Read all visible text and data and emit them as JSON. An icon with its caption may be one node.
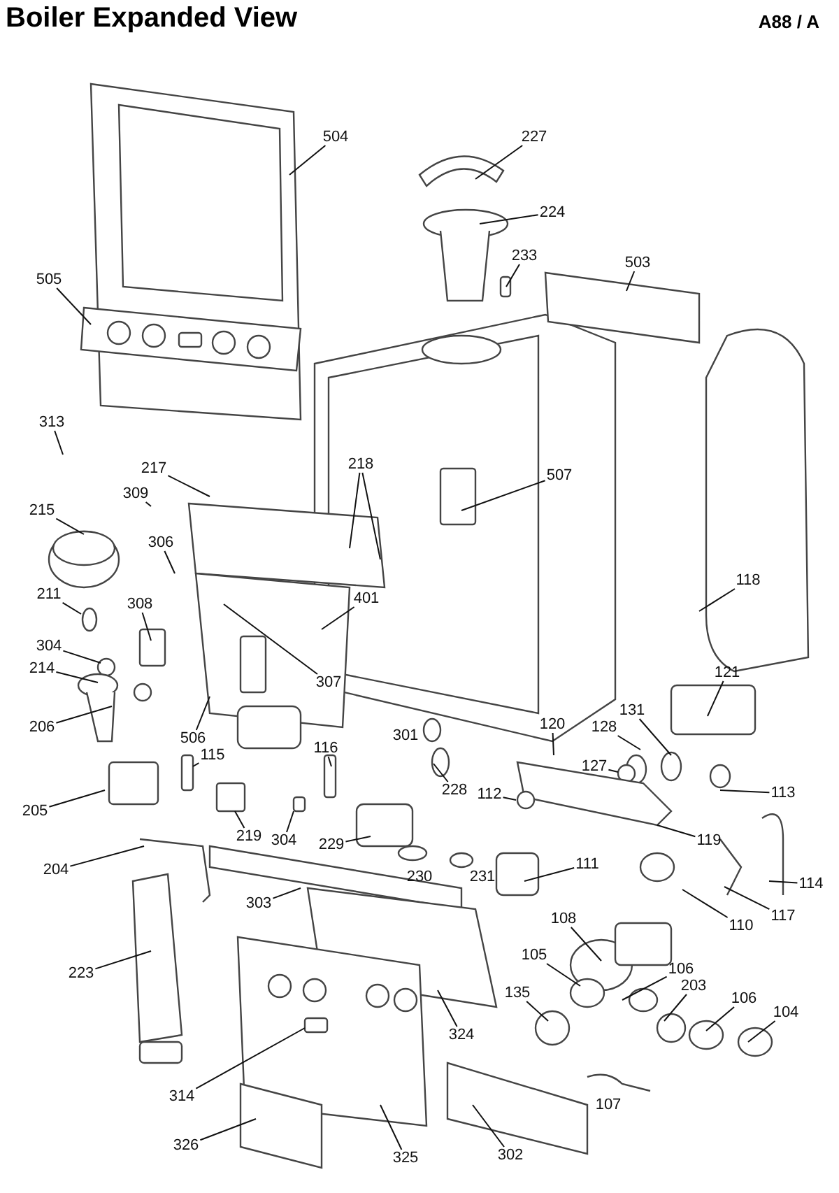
{
  "diagram": {
    "title": "Boiler Expanded View",
    "nodes": [
      {
        "text": [
          "504"
        ]
      },
      {
        "text": [
          "227"
        ]
      },
      {
        "text": [
          "224"
        ]
      },
      {
        "text": [
          "233"
        ]
      },
      {
        "text": [
          "503"
        ]
      },
      {
        "text": [
          "505"
        ]
      },
      {
        "text": [
          "313"
        ]
      },
      {
        "text": [
          "217"
        ]
      },
      {
        "text": [
          "309"
        ]
      },
      {
        "text": [
          "218"
        ]
      },
      {
        "text": [
          "507"
        ]
      },
      {
        "text": [
          "215"
        ]
      },
      {
        "text": [
          "306"
        ]
      },
      {
        "text": [
          "118"
        ]
      },
      {
        "text": [
          "401"
        ]
      },
      {
        "text": [
          "211"
        ]
      },
      {
        "text": [
          "308"
        ]
      },
      {
        "text": [
          "304"
        ]
      },
      {
        "text": [
          "214"
        ]
      },
      {
        "text": [
          "307"
        ]
      },
      {
        "text": [
          "206"
        ]
      },
      {
        "text": [
          "506"
        ]
      },
      {
        "text": [
          "121"
        ]
      },
      {
        "text": [
          "131"
        ]
      },
      {
        "text": [
          "120"
        ]
      },
      {
        "text": [
          "128"
        ]
      },
      {
        "text": [
          "127"
        ]
      },
      {
        "text": [
          "115"
        ]
      },
      {
        "text": [
          "116"
        ]
      },
      {
        "text": [
          "228"
        ]
      },
      {
        "text": [
          "113"
        ]
      },
      {
        "text": [
          "205"
        ]
      },
      {
        "text": [
          "112"
        ]
      },
      {
        "text": [
          "219"
        ]
      },
      {
        "text": [
          "304"
        ]
      },
      {
        "text": [
          "229"
        ]
      },
      {
        "text": [
          "119"
        ]
      },
      {
        "text": [
          "111"
        ]
      },
      {
        "text": [
          "204"
        ]
      },
      {
        "text": [
          "114"
        ]
      },
      {
        "text": [
          "117"
        ]
      },
      {
        "text": [
          "110"
        ]
      },
      {
        "text": [
          "303"
        ]
      },
      {
        "text": [
          "223"
        ]
      },
      {
        "text": [
          "108"
        ]
      },
      {
        "text": [
          "105"
        ]
      },
      {
        "text": [
          "106"
        ]
      },
      {
        "text": [
          "203"
        ]
      },
      {
        "text": [
          "106"
        ]
      },
      {
        "text": [
          "135"
        ]
      },
      {
        "text": [
          "104"
        ]
      },
      {
        "text": [
          "324"
        ]
      },
      {
        "text": [
          "314"
        ]
      },
      {
        "text": [
          "326"
        ]
      },
      {
        "text": [
          "325"
        ]
      },
      {
        "text": [
          "302"
        ]
      }
    ],
    "edges": [
      {
        "from": 0,
        "to": null,
        "arrow": "none"
      },
      {
        "from": 1,
        "to": null,
        "arrow": "none"
      },
      {
        "from": 2,
        "to": null,
        "arrow": "none"
      },
      {
        "from": 3,
        "to": null,
        "arrow": "none"
      },
      {
        "from": 4,
        "to": null,
        "arrow": "none"
      },
      {
        "from": 5,
        "to": null,
        "arrow": "none"
      },
      {
        "from": 6,
        "to": null,
        "arrow": "none"
      },
      {
        "from": 7,
        "to": null,
        "arrow": "none"
      },
      {
        "from": 8,
        "to": null,
        "arrow": "none"
      },
      {
        "from": 9,
        "to": null,
        "arrow": "none"
      },
      {
        "from": 9,
        "to": null,
        "arrow": "none"
      },
      {
        "from": 10,
        "to": null,
        "arrow": "none"
      },
      {
        "from": 11,
        "to": null,
        "arrow": "none"
      },
      {
        "from": 12,
        "to": null,
        "arrow": "none"
      },
      {
        "from": 13,
        "to": null,
        "arrow": "none"
      },
      {
        "from": 14,
        "to": null,
        "arrow": "none"
      },
      {
        "from": 15,
        "to": null,
        "arrow": "none"
      },
      {
        "from": 16,
        "to": null,
        "arrow": "none"
      },
      {
        "from": 17,
        "to": null,
        "arrow": "none"
      },
      {
        "from": 18,
        "to": null,
        "arrow": "none"
      },
      {
        "from": 19,
        "to": null,
        "arrow": "none"
      },
      {
        "from": 20,
        "to": null,
        "arrow": "none"
      },
      {
        "from": 21,
        "to": null,
        "arrow": "none"
      },
      {
        "from": 22,
        "to": null,
        "arrow": "none"
      },
      {
        "from": 23,
        "to": null,
        "arrow": "none"
      },
      {
        "from": 24,
        "to": null,
        "arrow": "none"
      },
      {
        "from": 25,
        "to": null,
        "arrow": "none"
      },
      {
        "from": 26,
        "to": null,
        "arrow": "none"
      },
      {
        "from": 27,
        "to": null,
        "arrow": "none"
      },
      {
        "from": 28,
        "to": null,
        "arrow": "none"
      },
      {
        "from": 29,
        "to": null,
        "arrow": "none"
      },
      {
        "from": 30,
        "to": null,
        "arrow": "none"
      },
      {
        "from": 31,
        "to": null,
        "arrow": "none"
      },
      {
        "from": 32,
        "to": null,
        "arrow": "none"
      },
      {
        "from": 33,
        "to": null,
        "arrow": "none"
      },
      {
        "from": 34,
        "to": null,
        "arrow": "none"
      },
      {
        "from": 35,
        "to": null,
        "arrow": "none"
      },
      {
        "from": 36,
        "to": null,
        "arrow": "none"
      },
      {
        "from": 37,
        "to": null,
        "arrow": "none"
      },
      {
        "from": 38,
        "to": null,
        "arrow": "none"
      },
      {
        "from": 39,
        "to": null,
        "arrow": "none"
      },
      {
        "from": 40,
        "to": null,
        "arrow": "none"
      },
      {
        "from": 41,
        "to": null,
        "arrow": "none"
      },
      {
        "from": 42,
        "to": null,
        "arrow": "none"
      },
      {
        "from": 43,
        "to": null,
        "arrow": "none"
      },
      {
        "from": 44,
        "to": null,
        "arrow": "none"
      },
      {
        "from": 45,
        "to": null,
        "arrow": "none"
      },
      {
        "from": 46,
        "to": null,
        "arrow": "none"
      },
      {
        "from": 47,
        "to": null,
        "arrow": "none"
      },
      {
        "from": 48,
        "to": null,
        "arrow": "none"
      },
      {
        "from": 49,
        "to": null,
        "arrow": "none"
      },
      {
        "from": 50,
        "to": null,
        "arrow": "none"
      },
      {
        "from": 51,
        "to": null,
        "arrow": "none"
      },
      {
        "from": 52,
        "to": null,
        "arrow": "none"
      },
      {
        "from": 53,
        "to": null,
        "arrow": "none"
      },
      {
        "from": 54,
        "to": null,
        "arrow": "none"
      },
      {
        "from": 55,
        "to": null,
        "arrow": "none"
      }
    ],
    "labels": [
      "A88 / A",
      "301",
      "230",
      "231",
      "107"
    ]
  }
}
